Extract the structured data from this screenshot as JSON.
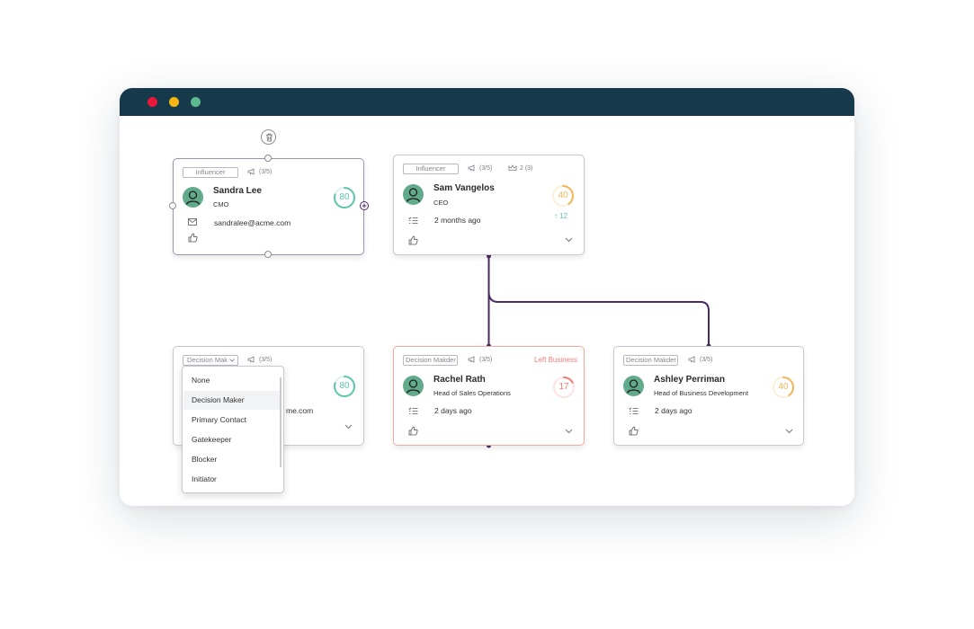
{
  "window": {
    "dots": [
      "#e8173b",
      "#f5b512",
      "#5cb88f"
    ],
    "titlebar_color": "#17394c"
  },
  "cards": [
    {
      "id": "sandra",
      "tag": "Influencer",
      "votes": "(3/5)",
      "name": "Sandra Lee",
      "role": "CMO",
      "email": "sandralee@acme.com",
      "score": "80",
      "score_value": 80,
      "score_color": "#5cc6ad"
    },
    {
      "id": "sam",
      "tag": "Influencer",
      "votes": "(3/5)",
      "crown": "2 (3)",
      "name": "Sam Vangelos",
      "role": "CEO",
      "activity": "2 months ago",
      "score": "40",
      "score_value": 40,
      "score_color": "#f4b457",
      "trend": "12"
    },
    {
      "id": "hidden",
      "tag": "Decision Mak",
      "votes": "(3/5)",
      "email_partial": "me.com",
      "score": "80",
      "score_value": 80,
      "score_color": "#5cc6ad"
    },
    {
      "id": "rachel",
      "tag": "Decision Makder",
      "votes": "(3/5)",
      "status": "Left Business",
      "name": "Rachel Rath",
      "role": "Head of Sales Operations",
      "activity": "2 days ago",
      "score": "17",
      "score_value": 17,
      "score_color": "#f07c74"
    },
    {
      "id": "ashley",
      "tag": "Decision Makder",
      "votes": "(3/5)",
      "name": "Ashley Perriman",
      "role": "Head of Business Development",
      "activity": "2 days ago",
      "score": "40",
      "score_value": 40,
      "score_color": "#f4b457"
    }
  ],
  "dropdown": {
    "options": [
      "None",
      "Decision Maker",
      "Primary Contact",
      "Gatekeeper",
      "Blocker",
      "Initiator"
    ],
    "active": "Decision Maker"
  },
  "colors": {
    "connector": "#4a2a62",
    "accent_green": "#5cc6ad",
    "accent_orange": "#f4b457",
    "accent_red": "#f07c74"
  }
}
